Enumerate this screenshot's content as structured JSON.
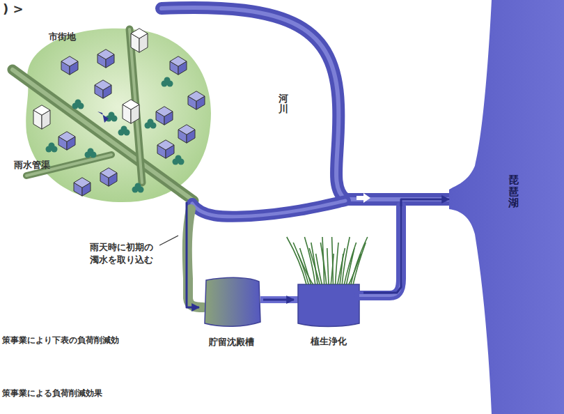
{
  "diagram": {
    "nodes": [
      {
        "text": [
          "市街地"
        ]
      },
      {
        "text": [
          "貯留沈殿槽"
        ]
      },
      {
        "text": [
          "植生浄化"
        ]
      },
      {
        "text": [
          "琵琶湖"
        ]
      }
    ],
    "edges": [
      {
        "from": 0,
        "to": 1,
        "arrow": "to"
      },
      {
        "from": 1,
        "to": 2,
        "arrow": "to"
      },
      {
        "from": 2,
        "to": 3,
        "arrow": "to"
      }
    ],
    "labels": [
      ") >",
      "雨水管渠",
      "河川",
      "雨天時に初期の濁水を取り込む",
      "策事業により下表の負荷削減効",
      "策事業による負荷削減効果"
    ]
  }
}
